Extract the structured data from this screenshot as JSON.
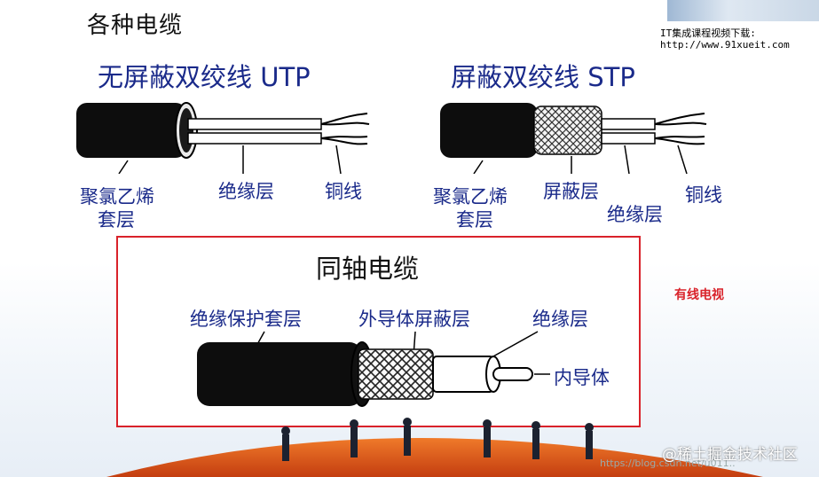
{
  "slide": {
    "title": "各种电缆",
    "watermark_line1": "IT集成课程视频下载:",
    "watermark_line2": "http://www.91xueit.com"
  },
  "utp": {
    "heading": "无屏蔽双绞线 UTP",
    "labels": {
      "jacket_l1": "聚氯乙烯",
      "jacket_l2": "套层",
      "insulation": "绝缘层",
      "copper": "铜线"
    }
  },
  "stp": {
    "heading": "屏蔽双绞线 STP",
    "labels": {
      "jacket_l1": "聚氯乙烯",
      "jacket_l2": "套层",
      "shield": "屏蔽层",
      "insulation": "绝缘层",
      "copper": "铜线"
    }
  },
  "coax": {
    "heading": "同轴电缆",
    "labels": {
      "jacket": "绝缘保护套层",
      "outer_shield": "外导体屏蔽层",
      "insulation": "绝缘层",
      "inner": "内导体"
    }
  },
  "note": "有线电视",
  "footer": {
    "csdn": "https://blog.csdn.net/u011..",
    "juejin": "@稀土掘金技术社区"
  },
  "colors": {
    "heading": "#1a2a8a",
    "box_border": "#d9222a",
    "note": "#d9222a"
  }
}
